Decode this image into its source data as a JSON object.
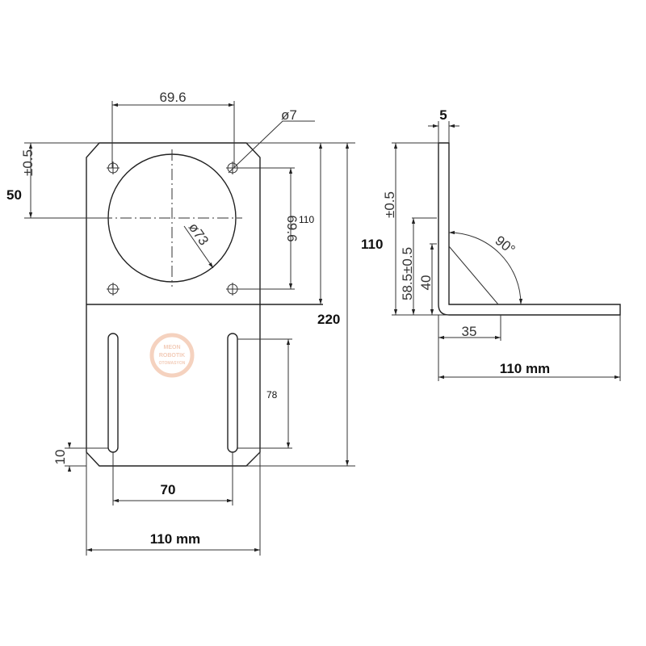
{
  "front_view": {
    "hole_spacing_h": "69.6",
    "hole_diameter": "ø7",
    "center_offset": "50",
    "center_offset_tol": "±0.5",
    "hole_spacing_v": "69.6",
    "bore_diameter": "ø73",
    "upper_height": "110",
    "total_height": "220",
    "slot_length": "78",
    "slot_end_offset": "10",
    "slot_spacing": "70",
    "width": "110 mm"
  },
  "side_view": {
    "thickness": "5",
    "height": "110",
    "height_tol": "±0.5",
    "gusset_height": "58.5±0.5",
    "gusset_inner": "40",
    "angle": "90°",
    "gusset_base": "35",
    "base_length": "110 mm"
  },
  "watermark": {
    "line1": "MEON",
    "line2": "ROBOTIK",
    "line3": "OTOMASYON"
  }
}
